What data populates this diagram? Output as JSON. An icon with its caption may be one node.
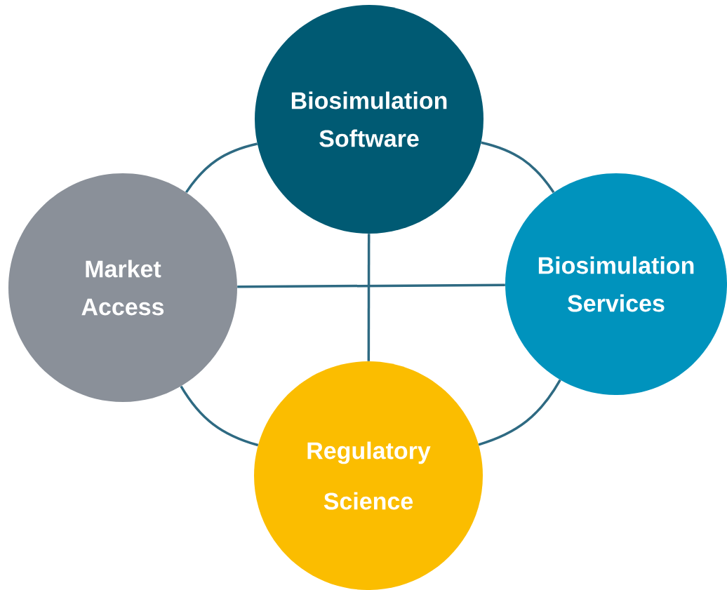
{
  "diagram": {
    "nodes": [
      {
        "text": [
          "Biosimulation Software"
        ]
      },
      {
        "text": [
          "Market Access"
        ]
      },
      {
        "text": [
          "Biosimulation Services"
        ]
      },
      {
        "text": [
          "Regulatory Science"
        ]
      }
    ],
    "edges": [
      {
        "from": 0,
        "to": 1,
        "arrow": "none"
      },
      {
        "from": 0,
        "to": 2,
        "arrow": "none"
      },
      {
        "from": 1,
        "to": 3,
        "arrow": "none"
      },
      {
        "from": 2,
        "to": 3,
        "arrow": "none"
      },
      {
        "from": 1,
        "to": 2,
        "arrow": "none"
      },
      {
        "from": 0,
        "to": 3,
        "arrow": "none"
      }
    ]
  }
}
